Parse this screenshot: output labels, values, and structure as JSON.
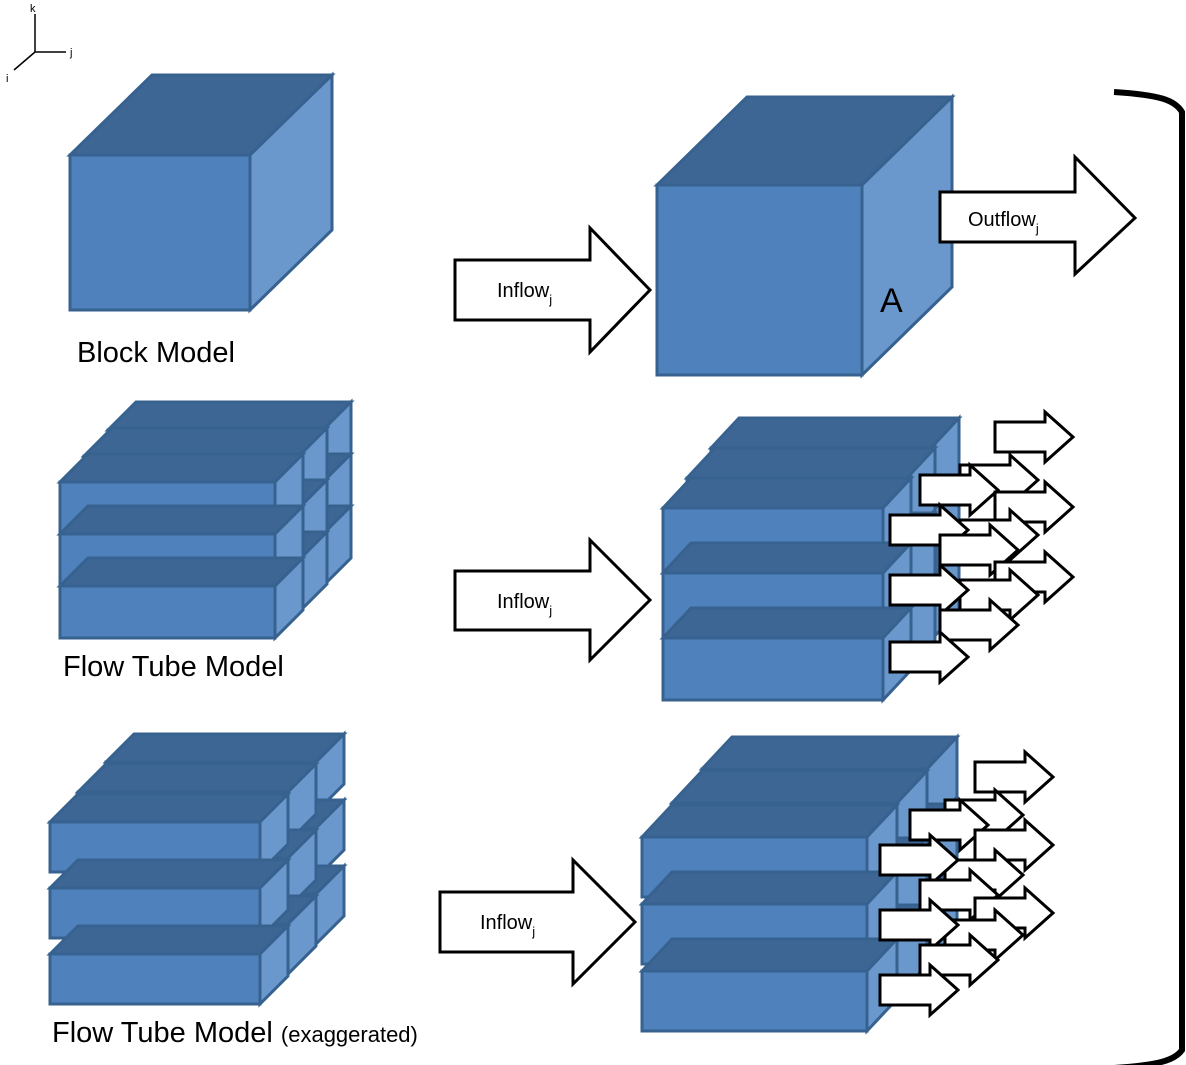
{
  "axes": {
    "k": "k",
    "j": "j",
    "i": "i"
  },
  "models": {
    "block": {
      "label": "Block Model"
    },
    "flow_tube": {
      "label": "Flow Tube Model"
    },
    "flow_tube_exaggerated": {
      "label": "Flow Tube Model",
      "note": "(exaggerated)"
    }
  },
  "arrows": {
    "inflow": {
      "text": "Inflow",
      "subscript": "j"
    },
    "outflow": {
      "text": "Outflow",
      "subscript": "j"
    }
  },
  "cube_label": "A",
  "colors": {
    "front": "#4f81bd",
    "top": "#3e6694",
    "side": "#6a98cc",
    "stroke": "#37628f",
    "arrow_fill": "#ffffff",
    "arrow_stroke": "#000000"
  }
}
